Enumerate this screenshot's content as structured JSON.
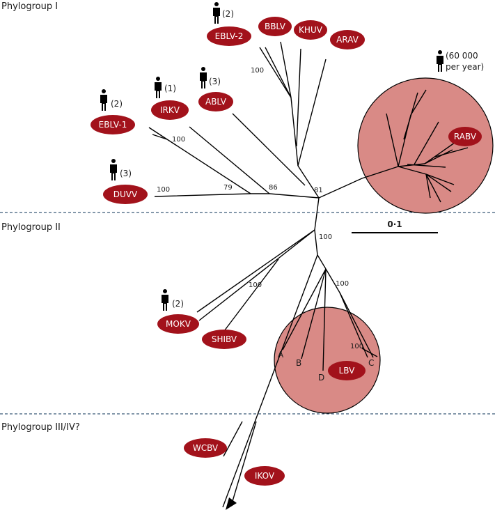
{
  "phylogroups": [
    "Phylogroup I",
    "Phylogroup II",
    "Phylogroup III/IV?"
  ],
  "colors": {
    "virus_pill": "#a2121b",
    "clade_fill": "#d98a86",
    "divider": "#3a5a78",
    "branch": "#000000"
  },
  "viruses": {
    "EBLV2": "EBLV-2",
    "BBLV": "BBLV",
    "KHUV": "KHUV",
    "ARAV": "ARAV",
    "IRKV": "IRKV",
    "ABLV": "ABLV",
    "EBLV1": "EBLV-1",
    "DUVV": "DUVV",
    "RABV": "RABV",
    "MOKV": "MOKV",
    "SHIBV": "SHIBV",
    "LBV": "LBV",
    "WCBV": "WCBV",
    "IKOV": "IKOV"
  },
  "human_cases": {
    "EBLV2": "(2)",
    "IRKV": "(1)",
    "ABLV": "(3)",
    "EBLV1": "(2)",
    "DUVV": "(3)",
    "RABV_line1": "(60 000",
    "RABV_line2": "per year)",
    "MOKV": "(2)"
  },
  "bootstrap": {
    "ebl2_clade": "100",
    "eblv1_irkv": "100",
    "duvv": "100",
    "node79": "79",
    "node86": "86",
    "node81": "81",
    "pg2_root": "100",
    "mokv_shibv": "100",
    "lbv_clade": "100",
    "lbv_c": "100"
  },
  "lbv_lineages": [
    "A",
    "B",
    "C",
    "D"
  ],
  "scale_bar_label": "0·1",
  "icons": {
    "human": "person-icon"
  }
}
